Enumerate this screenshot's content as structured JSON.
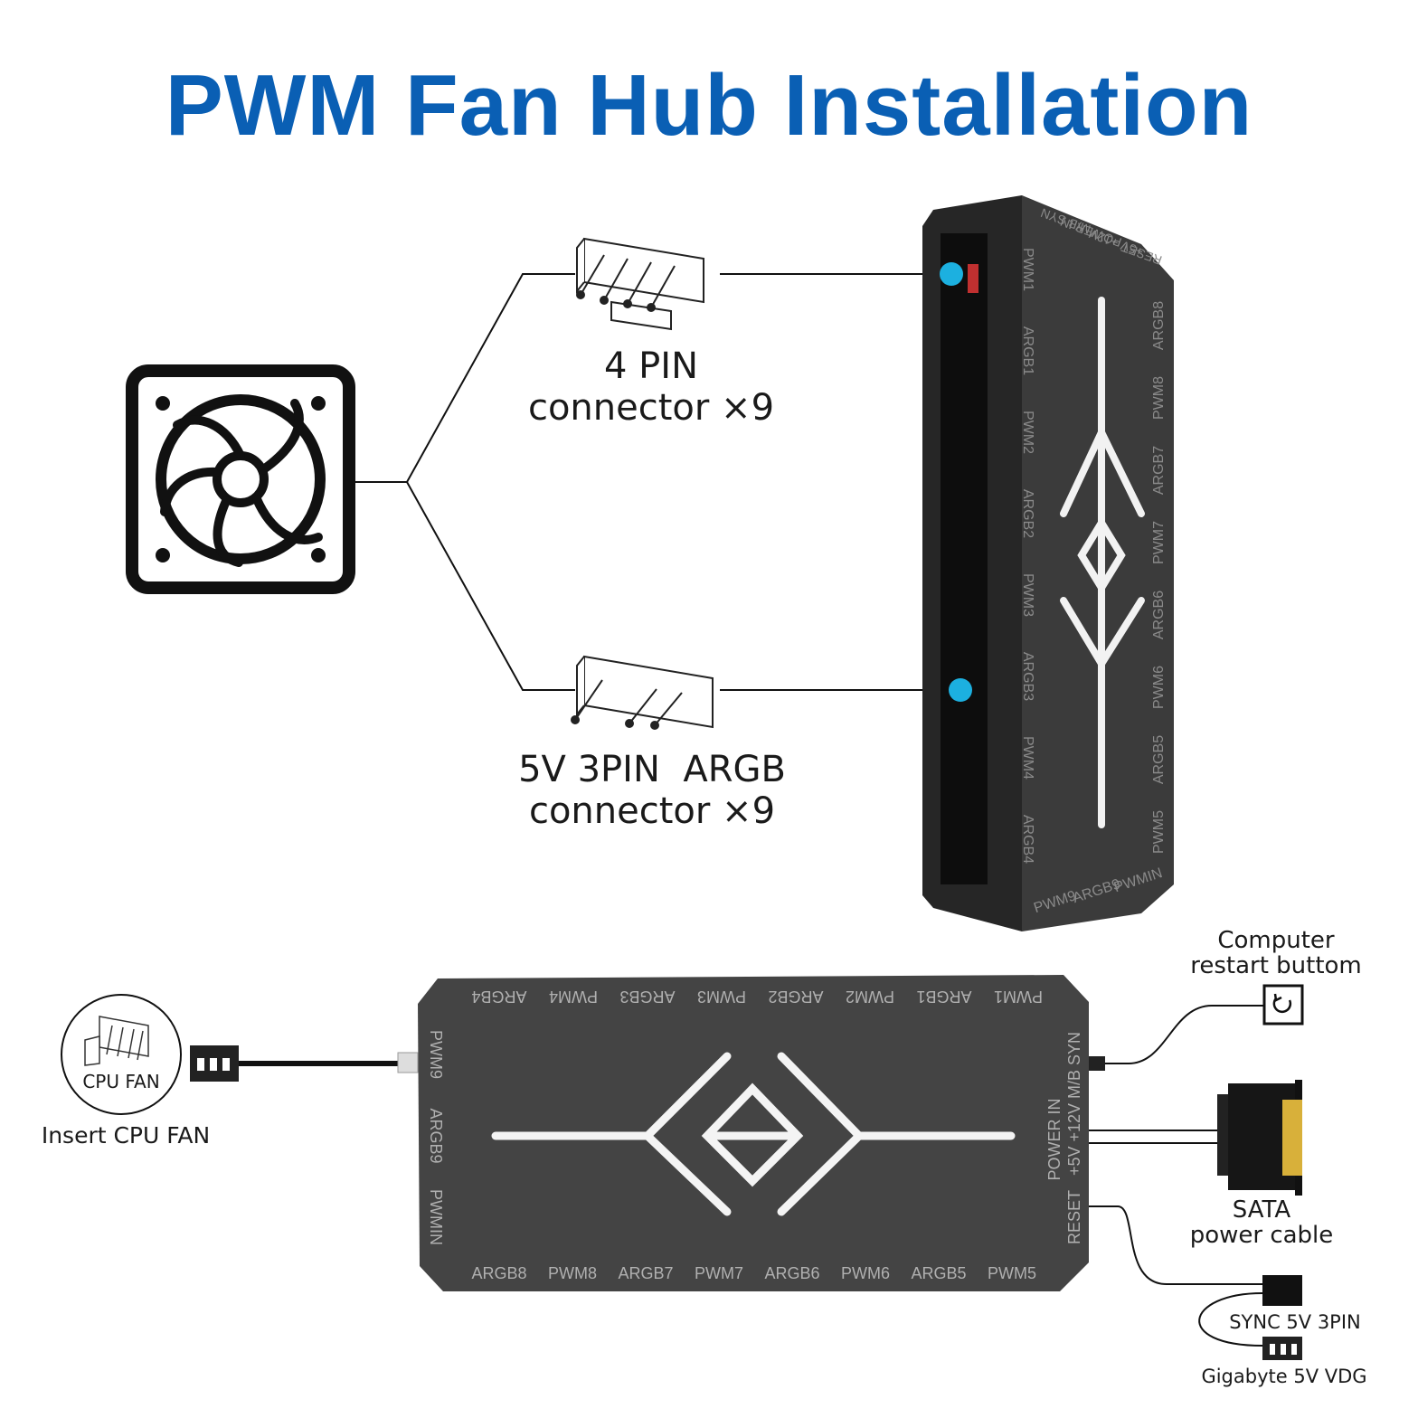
{
  "title": "PWM Fan Hub Installation",
  "colors": {
    "title": "#0a5fb4",
    "dot": "#1cb0e0",
    "hub": "#3a3a3a",
    "line": "#111111"
  },
  "icons": [
    "fan-icon",
    "restart-button-icon",
    "sata-connector-icon",
    "cpu-fan-header-icon"
  ],
  "connectors": {
    "four_pin": {
      "line1": "4 PIN",
      "line2": "connector ×9"
    },
    "three_pin": {
      "line1": "5V 3PIN  ARGB",
      "line2": "connector ×9"
    }
  },
  "callouts": {
    "restart": {
      "line1": "Computer",
      "line2": "restart buttom"
    },
    "sata": {
      "line1": "SATA",
      "line2": "power cable"
    },
    "sync": "SYNC 5V 3PIN",
    "gigabyte": "Gigabyte 5V VDG",
    "cpu_badge": "CPU FAN",
    "cpu_insert": "Insert CPU FAN"
  },
  "hub_vertical": {
    "left_ports": [
      "PWM1",
      "ARGB1",
      "PWM2",
      "ARGB2",
      "PWM3",
      "ARGB3",
      "PWM4",
      "ARGB4"
    ],
    "right_ports": [
      "PWM5",
      "ARGB5",
      "PWM6",
      "ARGB6",
      "PWM7",
      "ARGB7",
      "PWM8",
      "ARGB8"
    ],
    "top_labels": [
      "M/B SYN",
      "POWER IN",
      "+5V +12V",
      "RESET"
    ],
    "bottom_labels": [
      "PWM9",
      "ARGB9",
      "PWMIN"
    ]
  },
  "hub_horizontal": {
    "top_ports": [
      "PWM1",
      "ARGB1",
      "PWM2",
      "ARGB2",
      "PWM3",
      "ARGB3",
      "PWM4",
      "ARGB4"
    ],
    "bottom_ports": [
      "ARGB8",
      "PWM8",
      "ARGB7",
      "PWM7",
      "ARGB6",
      "PWM6",
      "ARGB5",
      "PWM5"
    ],
    "left_labels": [
      "PWM9",
      "ARGB9",
      "PWMIN"
    ],
    "right_labels": [
      "M/B SYN",
      "POWER IN",
      "+5V +12V",
      "RESET"
    ]
  }
}
